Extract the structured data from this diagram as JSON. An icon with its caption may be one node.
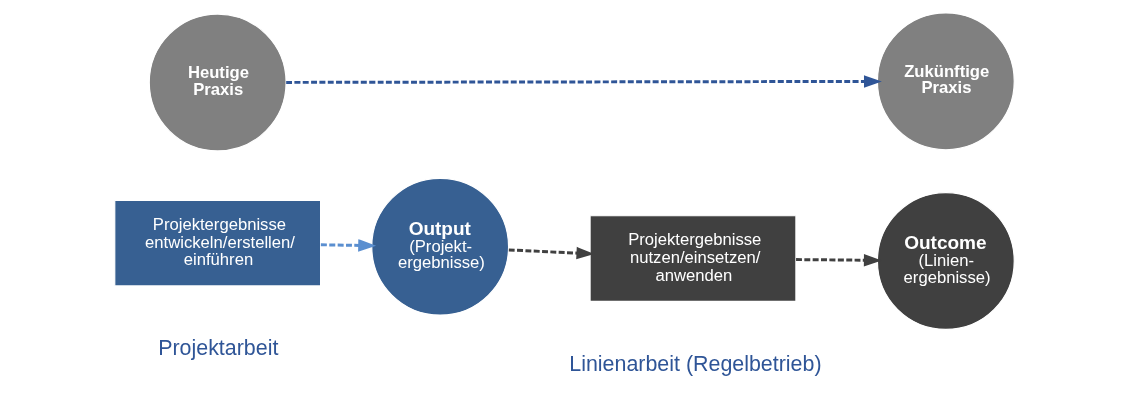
{
  "diagram": {
    "nodes": [
      {
        "text": [
          "Heutige Praxis"
        ]
      },
      {
        "text": [
          "Zukünftige Praxis"
        ]
      },
      {
        "text": [
          "Projektergebnisse entwickeln/erstellen/ einführen"
        ]
      },
      {
        "text": [
          "Output",
          "(Projekt- ergebnisse)"
        ]
      },
      {
        "text": [
          "Projektergebnisse nutzen/einsetzen/ anwenden"
        ]
      },
      {
        "text": [
          "Outcome",
          "(Linien- ergebnisse)"
        ]
      }
    ],
    "edges": [
      {
        "from": 0,
        "to": 1,
        "arrow": "to",
        "style": "dashed",
        "color": "#2f5597"
      },
      {
        "from": 2,
        "to": 3,
        "arrow": "to",
        "style": "dashed",
        "color": "#5b8fd0"
      },
      {
        "from": 3,
        "to": 4,
        "arrow": "to",
        "style": "dashed"
      },
      {
        "from": 4,
        "to": 5,
        "arrow": "to",
        "style": "dashed"
      }
    ],
    "labels": [
      "Projektarbeit",
      "Linienarbeit (Regelbetrieb)"
    ]
  }
}
